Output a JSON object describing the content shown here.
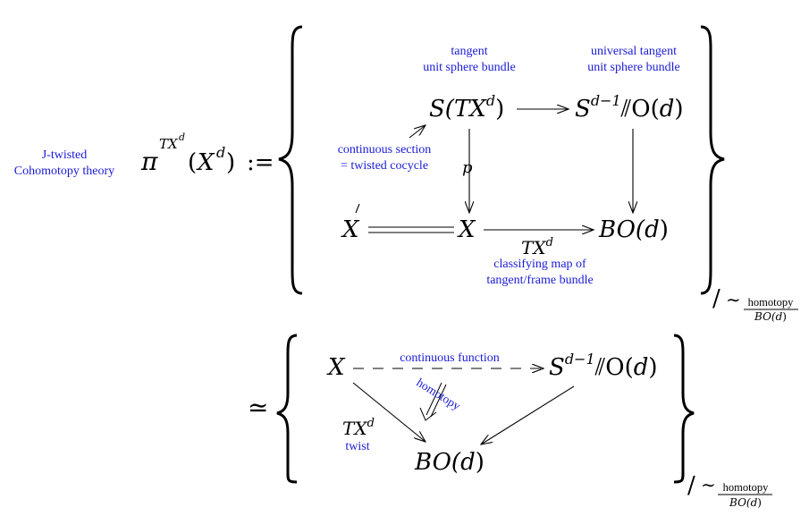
{
  "colors": {
    "annotation": "#1a1ad6",
    "math": "#000000",
    "background": "#ffffff"
  },
  "left_label": {
    "line1": "J-twisted",
    "line2": "Cohomotopy theory"
  },
  "lhs": {
    "pi": "π",
    "superscript_base": "TX",
    "superscript_exp": "d",
    "paren_open": "(",
    "base": "X",
    "exp": "d",
    "paren_close": ")",
    "defeq": ":="
  },
  "top": {
    "tangent_label": {
      "line1": "tangent",
      "line2": "unit sphere bundle"
    },
    "universal_label": {
      "line1": "universal tangent",
      "line2": "unit sphere bundle"
    },
    "s_tx": {
      "s": "S(",
      "tx": "TX",
      "exp": "d",
      "close": ")"
    },
    "sphere": {
      "s": "S",
      "exp": "d−1",
      "quot": "⫽",
      "o": "O(",
      "d": "d",
      "close": ")"
    },
    "section_label": {
      "line1": "continuous section",
      "line2": "= twisted cocycle"
    },
    "p": "p",
    "x_left": "X",
    "x_mid": "X",
    "bo": {
      "b": "BO(",
      "d": "d",
      "close": ")"
    },
    "bottom_map": {
      "tx": "TX",
      "exp": "d"
    },
    "classifying_label": {
      "line1": "classifying map of",
      "line2": "tangent/frame bundle"
    },
    "quotient": {
      "slash": "/",
      "sim": "∼",
      "num": "homotopy",
      "den_bo": "BO(",
      "den_d": "d",
      "den_close": ")"
    }
  },
  "bottom": {
    "simeq": "≃",
    "x": "X",
    "function_label": "continuous function",
    "sphere": {
      "s": "S",
      "exp": "d−1",
      "quot": "⫽",
      "o": "O(",
      "d": "d",
      "close": ")"
    },
    "homotopy_label": "homotopy",
    "twist": {
      "tx": "TX",
      "exp": "d",
      "label": "twist"
    },
    "bo": {
      "b": "BO(",
      "d": "d",
      "close": ")"
    },
    "quotient": {
      "slash": "/",
      "sim": "∼",
      "num": "homotopy",
      "den_bo": "BO(",
      "den_d": "d",
      "den_close": ")"
    }
  }
}
